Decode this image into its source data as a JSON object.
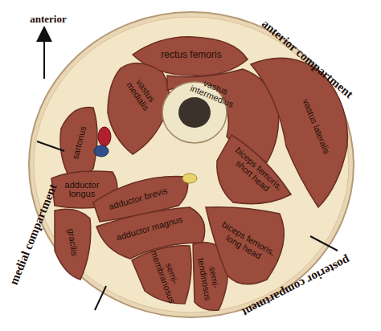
{
  "diagram": {
    "labels": [
      "anterior",
      "anterior compartment",
      "rectus femoris",
      "vastus medialis",
      "vastus intermedius",
      "vastus lateralis",
      "sartorius",
      "adductor longus",
      "adductor brevis",
      "adductor magnus",
      "biceps femoris, short head",
      "biceps femoris, long head",
      "gracilis",
      "semi- membranosus",
      "semi- tendinosus",
      "medial compartment",
      "posterior compartment"
    ]
  }
}
